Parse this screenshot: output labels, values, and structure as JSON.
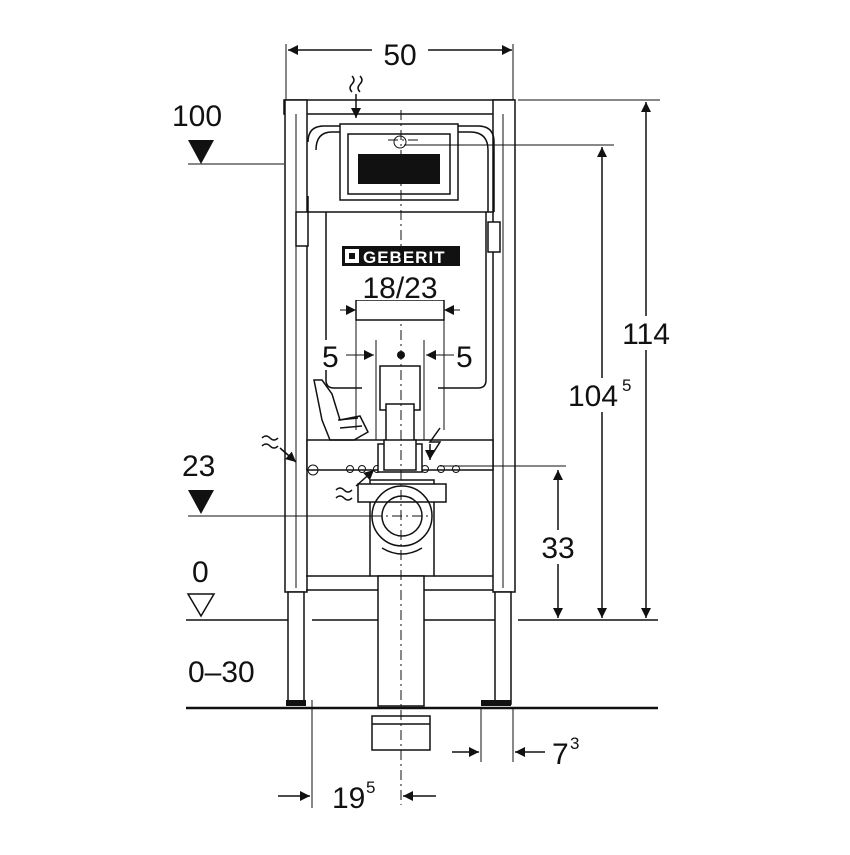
{
  "brand": {
    "logo_text": "GEBERIT"
  },
  "dimensions": {
    "frame_width": "50",
    "left_level_100": "100",
    "left_level_23": "23",
    "left_level_0": "0",
    "floor_range": "0–30",
    "pipe_spacing": "18/23",
    "side_offset_left": "5",
    "side_offset_right": "5",
    "total_height": "114",
    "height_104_main": "104",
    "height_104_sup": "5",
    "height_33": "33",
    "bottom_7_main": "7",
    "bottom_7_sup": "3",
    "bottom_19_main": "19",
    "bottom_19_sup": "5"
  }
}
